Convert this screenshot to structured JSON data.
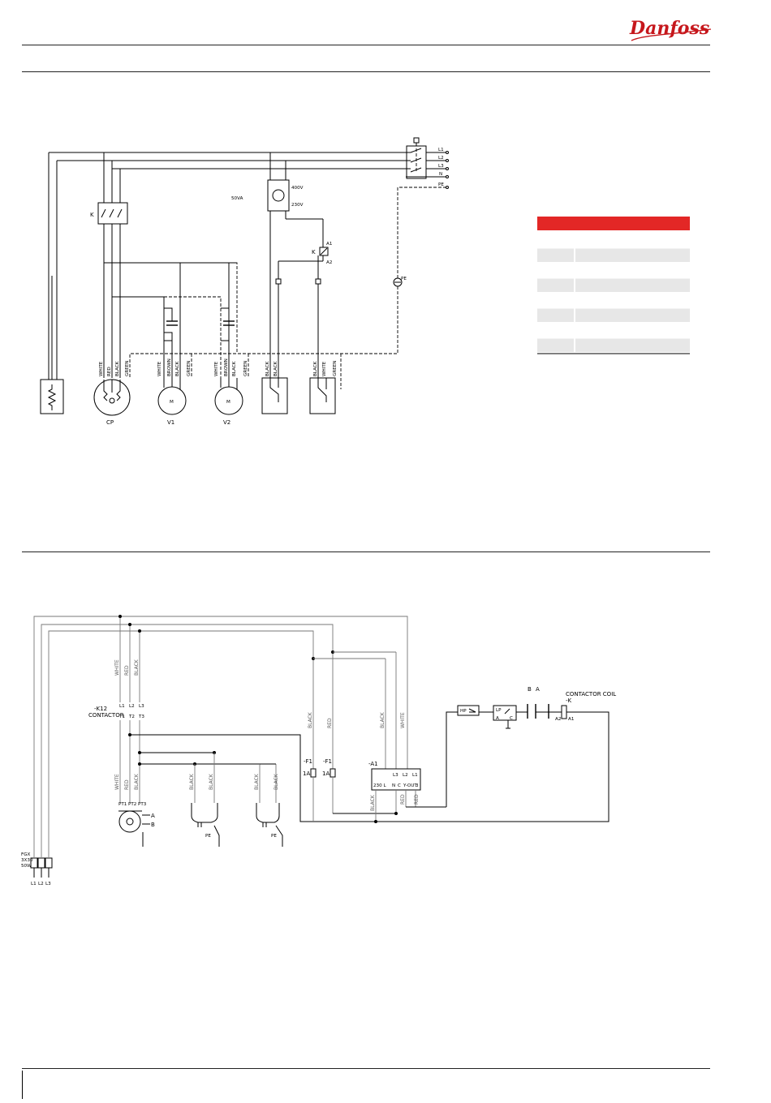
{
  "header": {
    "logo_text": "Danfoss"
  },
  "diagram1": {
    "terminals": [
      "L1",
      "L2",
      "L3",
      "N",
      "PE"
    ],
    "contactor": "K",
    "transformer": {
      "rating": "50VA",
      "primary": "400V",
      "secondary": "230V"
    },
    "relay": {
      "label": "K",
      "pin1": "A1",
      "pin2": "A2"
    },
    "earth": "PE",
    "wires": {
      "cp": [
        "WHITE",
        "RED",
        "BLACK",
        "GREEN"
      ],
      "v1": [
        "WHITE",
        "BROWN",
        "BLACK",
        "GREEN"
      ],
      "v2": [
        "WHITE",
        "BROWN",
        "BLACK",
        "GREEN"
      ],
      "sw1": [
        "BLACK",
        "BLACK"
      ],
      "sw2": [
        "BLACK",
        "WHITE",
        "GREEN"
      ]
    },
    "motor_symbol": "M",
    "components": {
      "cp": "CP",
      "v1": "V1",
      "v2": "V2"
    },
    "legend": {
      "header_color": "#e32726",
      "row_color": "#e7e7e7",
      "rows": 8
    }
  },
  "diagram2": {
    "top_wires": [
      "WHITE",
      "RED",
      "BLACK"
    ],
    "contactor": {
      "name": "-K12",
      "type": "CONTACTOR",
      "inputs": [
        "L1",
        "L2",
        "L3"
      ],
      "outputs": [
        "T1",
        "T2",
        "T3"
      ]
    },
    "mid_wires": [
      "WHITE",
      "RED",
      "BLACK"
    ],
    "fan_wires": [
      "BLACK",
      "BLACK",
      "BLACK",
      "BLACK"
    ],
    "fan_pe": "PE",
    "motor_pins": [
      "PT1",
      "PT2",
      "PT3"
    ],
    "motor_taps": [
      "A",
      "B"
    ],
    "fuses": [
      {
        "name": "-F1",
        "rating": "1A"
      },
      {
        "name": "-F1",
        "rating": "1A"
      }
    ],
    "fuse_wires": [
      "BLACK",
      "RED"
    ],
    "a1": {
      "name": "-A1",
      "pins": [
        "L3",
        "L2",
        "L1"
      ],
      "bottom": "230 L",
      "b2": "N",
      "b3": "C",
      "b4": "Y-OUT",
      "b5": "3"
    },
    "a1_wires_top": [
      "BLACK",
      "WHITE"
    ],
    "a1_wires_bottom": [
      "BLACK",
      "RED",
      "RED"
    ],
    "hp_label": "HP",
    "lp_label": "LP",
    "lp_pins": [
      "A",
      "C"
    ],
    "switch_labels": [
      "B",
      "A"
    ],
    "coil": {
      "title": "CONTACTOR COIL",
      "name": "-K",
      "pin1": "A2",
      "pin2": "A1"
    },
    "main_terminals": [
      "L1",
      "L2",
      "L3"
    ],
    "side_text": [
      "FGX",
      "3X30",
      "50W"
    ]
  }
}
